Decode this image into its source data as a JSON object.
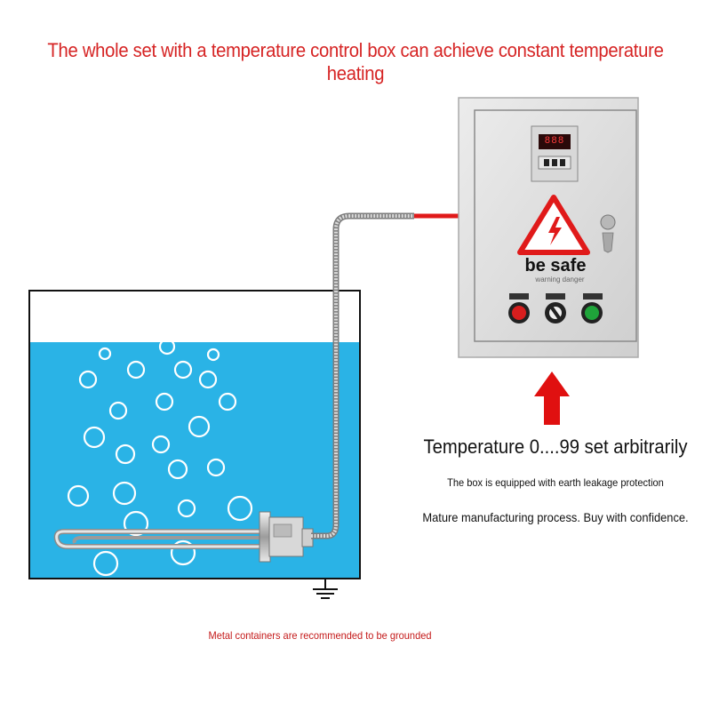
{
  "headline": "The whole set with a temperature control box can achieve constant temperature heating",
  "box": {
    "label": "be safe",
    "warning_small": "warning danger",
    "display_value": "888",
    "indicator_left_color": "#d81e1e",
    "indicator_right_color": "#1fa43a"
  },
  "info": {
    "temperature": "Temperature 0....99 set arbitrarily",
    "leakage": "The box is equipped with earth leakage protection",
    "process": "Mature manufacturing process. Buy with confidence."
  },
  "ground_note": "Metal containers are recommended to be grounded",
  "colors": {
    "water": "#2ab3e6",
    "arrow": "#e01010",
    "headline": "#d62424"
  }
}
